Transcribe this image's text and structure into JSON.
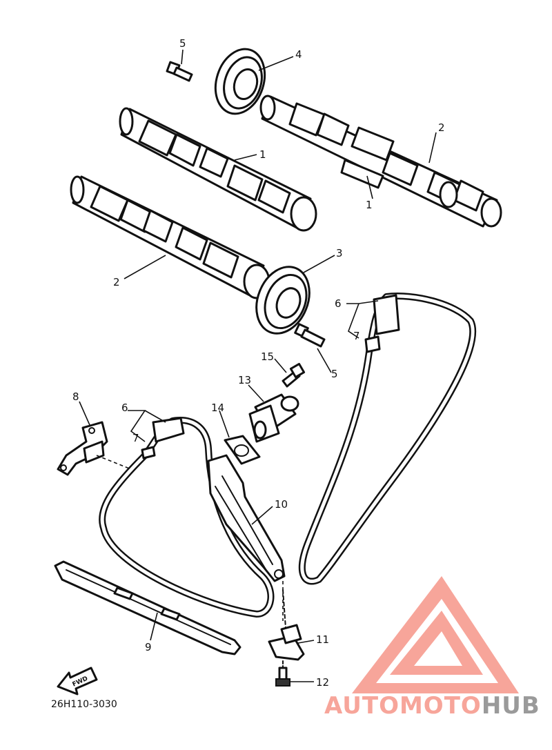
{
  "diagram": {
    "callouts": [
      {
        "id": "c5a",
        "label": "5"
      },
      {
        "id": "c4",
        "label": "4"
      },
      {
        "id": "c1a",
        "label": "1"
      },
      {
        "id": "c2a",
        "label": "2"
      },
      {
        "id": "c1b",
        "label": "1"
      },
      {
        "id": "c2b",
        "label": "2"
      },
      {
        "id": "c3",
        "label": "3"
      },
      {
        "id": "c6a",
        "label": "6"
      },
      {
        "id": "c7a",
        "label": "7"
      },
      {
        "id": "c5b",
        "label": "5"
      },
      {
        "id": "c15",
        "label": "15"
      },
      {
        "id": "c13",
        "label": "13"
      },
      {
        "id": "c8",
        "label": "8"
      },
      {
        "id": "c6b",
        "label": "6"
      },
      {
        "id": "c7b",
        "label": "7"
      },
      {
        "id": "c14",
        "label": "14"
      },
      {
        "id": "c10",
        "label": "10"
      },
      {
        "id": "c11",
        "label": "11"
      },
      {
        "id": "c9",
        "label": "9"
      },
      {
        "id": "c12",
        "label": "12"
      }
    ],
    "fwd_label": "FWD",
    "part_code": "26H110-3030"
  },
  "watermark": {
    "part1": "AUTOMOTO",
    "part2": "HUB",
    "color_primary": "#f7a59a",
    "color_secondary": "#9a9a9a"
  }
}
